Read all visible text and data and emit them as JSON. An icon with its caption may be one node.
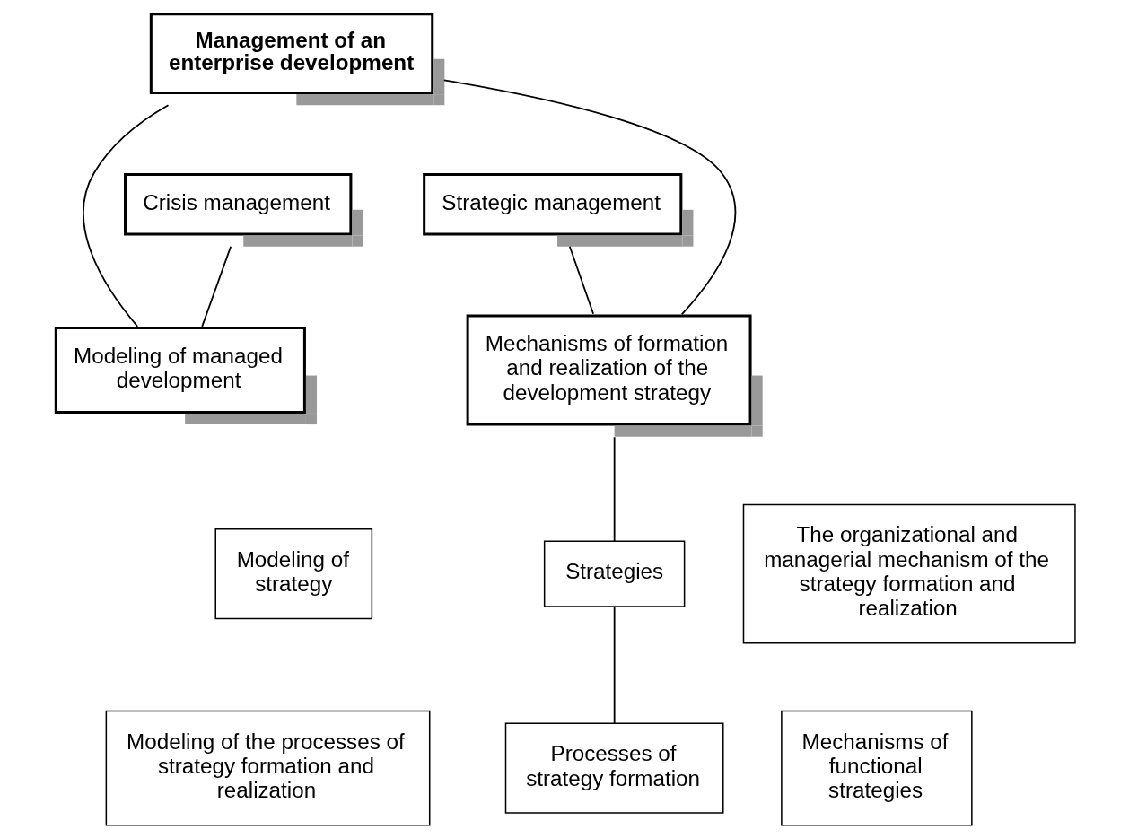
{
  "diagram": {
    "nodes": [
      {
        "text": [
          "Management of an enterprise development"
        ]
      },
      {
        "text": [
          "Strategic management"
        ]
      },
      {
        "text": [
          "Crisis management"
        ]
      },
      {
        "text": [
          "Modeling of managed development"
        ]
      },
      {
        "text": [
          "Mechanisms of formation and realization of the development strategy"
        ]
      },
      {
        "text": [
          "Modeling of strategy"
        ]
      },
      {
        "text": [
          "Strategies"
        ]
      },
      {
        "text": [
          "The organizational and managerial mechanism of the strategy formation and realization"
        ]
      },
      {
        "text": [
          "Modeling of the processes of strategy formation and realization"
        ]
      },
      {
        "text": [
          "Processes of strategy formation"
        ]
      },
      {
        "text": [
          "Mechanisms of functional strategies"
        ]
      }
    ],
    "edges": [
      {
        "from": 0,
        "to": 3,
        "arrow": "none"
      },
      {
        "from": 0,
        "to": 4,
        "arrow": "none"
      },
      {
        "from": 1,
        "to": 4,
        "arrow": "none"
      },
      {
        "from": 2,
        "to": 3,
        "arrow": "none"
      },
      {
        "from": 4,
        "to": 6,
        "arrow": "none"
      },
      {
        "from": 6,
        "to": 9,
        "arrow": "none"
      }
    ]
  }
}
